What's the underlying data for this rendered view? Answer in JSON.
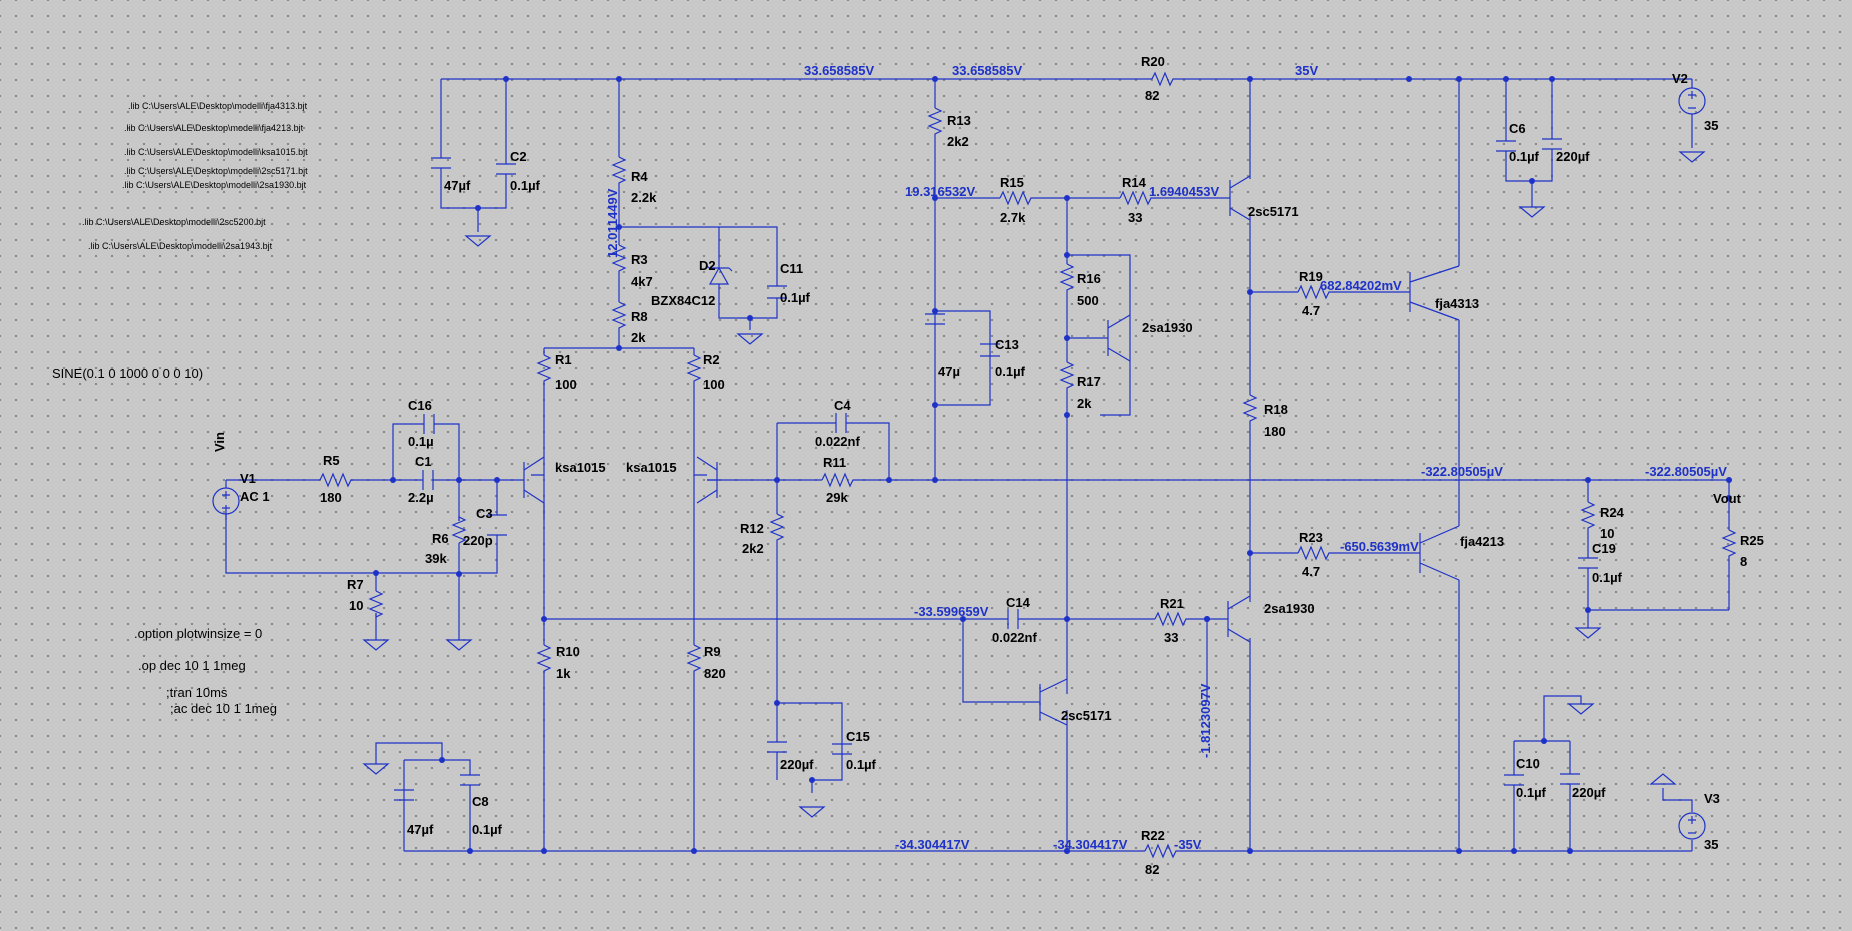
{
  "colors": {
    "wire": "#1e32c8",
    "background": "#c8c8c8",
    "text": "#000000",
    "voltage": "#1e32c8"
  },
  "library": [
    ".lib C:\\Users\\ALE\\Desktop\\modelli\\fja4313.bjt",
    ".lib C:\\Users\\ALE\\Desktop\\modelli\\fja4213.bjt",
    ".lib C:\\Users\\ALE\\Desktop\\modelli\\ksa1015.bjt",
    ".lib C:\\Users\\ALE\\Desktop\\modelli\\2sc5171.bjt",
    ".lib C:\\Users\\ALE\\Desktop\\modelli\\2sa1930.bjt",
    ".lib C:\\Users\\ALE\\Desktop\\modelli\\2sc5200.bjt",
    ".lib C:\\Users\\ALE\\Desktop\\modelli\\2sa1943.bjt"
  ],
  "directives": {
    "sine": "SINE(0.1 0 1000 0 0 0 10)",
    "plotwin": ".option plotwinsize = 0",
    "op": ".op dec 10 1 1meg",
    "tran": ";tran 10ms",
    "ac": ";ac dec 10 1 1meg"
  },
  "nets": {
    "vin": "Vin",
    "vout": "Vout"
  },
  "voltages": {
    "top1": "33.658585V",
    "top2": "33.658585V",
    "top3": "35V",
    "r4node": "12.011449V",
    "r13node": "19.316532V",
    "q1base": "1.6940453V",
    "q2base": "682.84202mV",
    "out1": "-322.80505µV",
    "out2": "-322.80505µV",
    "q3base": "-650.5639mV",
    "mid": "-33.599659V",
    "q4base": "-1.8123097V",
    "bot1": "-34.304417V",
    "bot2": "-34.304417V",
    "bot3": "-35V"
  },
  "components": {
    "V1": {
      "name": "V1",
      "value": "AC 1"
    },
    "V2": {
      "name": "V2",
      "value": "35"
    },
    "V3": {
      "name": "V3",
      "value": "35"
    },
    "R1": {
      "name": "R1",
      "value": "100"
    },
    "R2": {
      "name": "R2",
      "value": "100"
    },
    "R3": {
      "name": "R3",
      "value": "4k7"
    },
    "R4": {
      "name": "R4",
      "value": "2.2k"
    },
    "R5": {
      "name": "R5",
      "value": "180"
    },
    "R6": {
      "name": "R6",
      "value": "39k"
    },
    "R7": {
      "name": "R7",
      "value": "10"
    },
    "R8": {
      "name": "R8",
      "value": "2k"
    },
    "R9": {
      "name": "R9",
      "value": "820"
    },
    "R10": {
      "name": "R10",
      "value": "1k"
    },
    "R11": {
      "name": "R11",
      "value": "29k"
    },
    "R12": {
      "name": "R12",
      "value": "2k2"
    },
    "R13": {
      "name": "R13",
      "value": "2k2"
    },
    "R14": {
      "name": "R14",
      "value": "33"
    },
    "R15": {
      "name": "R15",
      "value": "2.7k"
    },
    "R16": {
      "name": "R16",
      "value": "500"
    },
    "R17": {
      "name": "R17",
      "value": "2k"
    },
    "R18": {
      "name": "R18",
      "value": "180"
    },
    "R19": {
      "name": "R19",
      "value": "4.7"
    },
    "R20": {
      "name": "R20",
      "value": "82"
    },
    "R21": {
      "name": "R21",
      "value": "33"
    },
    "R22": {
      "name": "R22",
      "value": "82"
    },
    "R23": {
      "name": "R23",
      "value": "4.7"
    },
    "R24": {
      "name": "R24",
      "value": "10"
    },
    "R25": {
      "name": "R25",
      "value": "8"
    },
    "C1": {
      "name": "C1",
      "value": "2.2µ"
    },
    "C2": {
      "name": "C2",
      "value": "0.1µf"
    },
    "C3": {
      "name": "C3",
      "value": "220p"
    },
    "C4": {
      "name": "C4",
      "value": "0.022nf"
    },
    "C5": {
      "name": "",
      "value": "47µf"
    },
    "C6": {
      "name": "C6",
      "value": "0.1µf"
    },
    "C7": {
      "name": "",
      "value": "220µf"
    },
    "C8": {
      "name": "C8",
      "value": "0.1µf"
    },
    "C9": {
      "name": "",
      "value": "47µf"
    },
    "C10": {
      "name": "C10",
      "value": "0.1µf"
    },
    "C11": {
      "name": "C11",
      "value": "0.1µf"
    },
    "C12": {
      "name": "",
      "value": "220µf"
    },
    "C13": {
      "name": "C13",
      "value": "0.1µf"
    },
    "C14": {
      "name": "C14",
      "value": "0.022nf"
    },
    "C15": {
      "name": "C15",
      "value": "0.1µf"
    },
    "C16": {
      "name": "C16",
      "value": "0.1µ"
    },
    "C17": {
      "name": "",
      "value": "220µf"
    },
    "C18": {
      "name": "",
      "value": "47µ"
    },
    "C19": {
      "name": "C19",
      "value": "0.1µf"
    },
    "D2": {
      "name": "D2",
      "value": "BZX84C12"
    },
    "Q_ksa1": {
      "value": "ksa1015"
    },
    "Q_ksa2": {
      "value": "ksa1015"
    },
    "Q_2sc5171a": {
      "value": "2sc5171"
    },
    "Q_2sa1930a": {
      "value": "2sa1930"
    },
    "Q_fja4313": {
      "value": "fja4313"
    },
    "Q_fja4213": {
      "value": "fja4213"
    },
    "Q_2sa1930b": {
      "value": "2sa1930"
    },
    "Q_2sc5171b": {
      "value": "2sc5171"
    }
  }
}
